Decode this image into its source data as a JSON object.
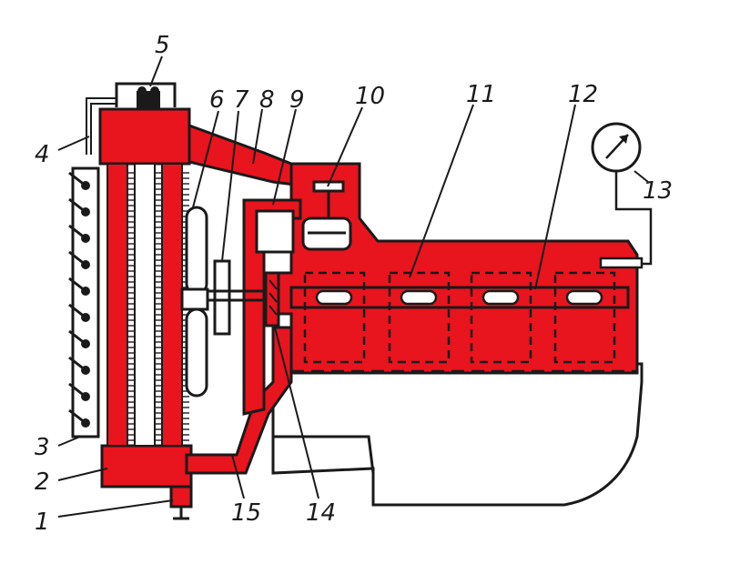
{
  "colors": {
    "coolant": "#e8141e",
    "outline": "#1a1a1a",
    "paper": "#ffffff"
  },
  "labels": [
    "1",
    "2",
    "3",
    "4",
    "5",
    "6",
    "7",
    "8",
    "9",
    "10",
    "11",
    "12",
    "13",
    "14",
    "15"
  ],
  "gauge": {
    "icon": "pressure-gauge-icon"
  }
}
